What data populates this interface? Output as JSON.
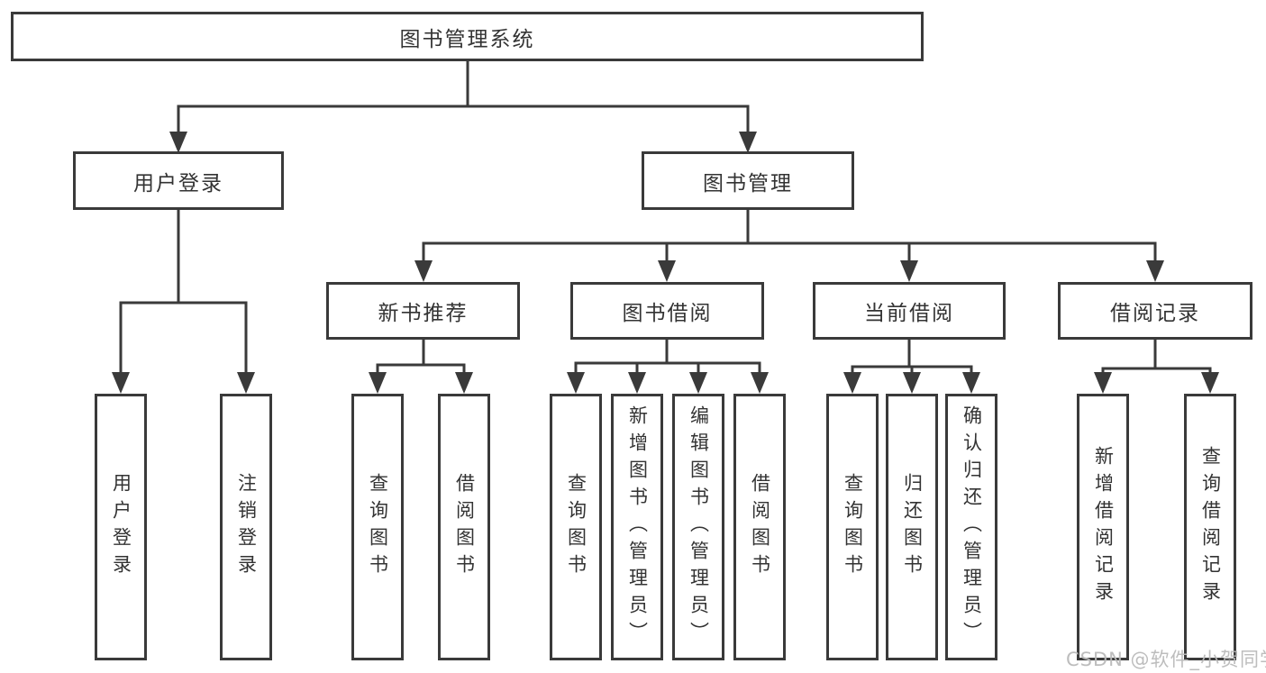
{
  "diagram_title": "图书管理系统",
  "tree": {
    "root": {
      "label": "图书管理系统",
      "children": [
        {
          "label": "用户登录",
          "children": [
            {
              "label": "用户登录"
            },
            {
              "label": "注销登录"
            }
          ]
        },
        {
          "label": "图书管理",
          "children": [
            {
              "label": "新书推荐",
              "children": [
                {
                  "label": "查询图书"
                },
                {
                  "label": "借阅图书"
                }
              ]
            },
            {
              "label": "图书借阅",
              "children": [
                {
                  "label": "查询图书"
                },
                {
                  "label": "新增图书（管理员）"
                },
                {
                  "label": "编辑图书（管理员）"
                },
                {
                  "label": "借阅图书"
                }
              ]
            },
            {
              "label": "当前借阅",
              "children": [
                {
                  "label": "查询图书"
                },
                {
                  "label": "归还图书"
                },
                {
                  "label": "确认归还（管理员）"
                }
              ]
            },
            {
              "label": "借阅记录",
              "children": [
                {
                  "label": "新增借阅记录"
                },
                {
                  "label": "查询借阅记录"
                }
              ]
            }
          ]
        }
      ]
    }
  },
  "watermark": "CSDN @软件_小贺同学",
  "colors": {
    "line": "#3a3a3a",
    "text": "#333333",
    "background": "#ffffff",
    "watermark": "#b9b9b9"
  }
}
